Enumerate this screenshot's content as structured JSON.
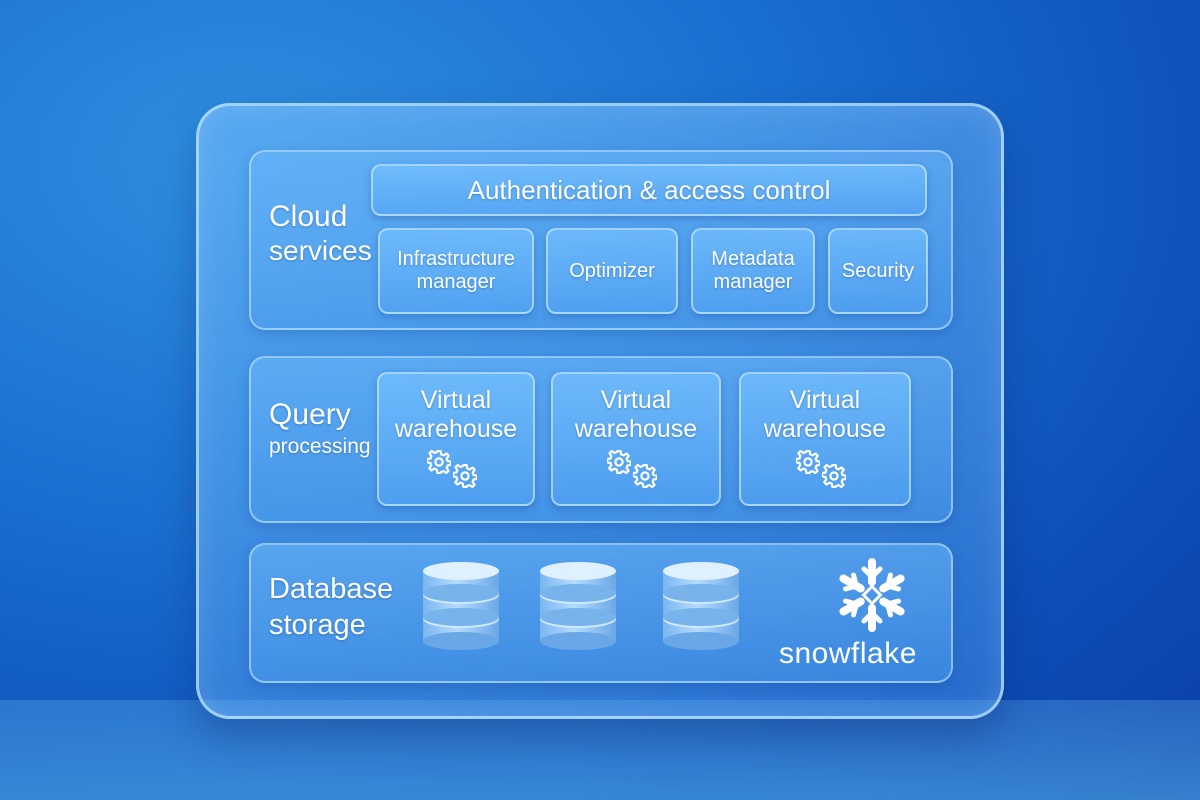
{
  "layers": {
    "cloud": {
      "title_line1": "Cloud",
      "title_line2": "services",
      "auth_label": "Authentication & access control",
      "tiles": [
        {
          "line1": "Infrastructure",
          "line2": "manager"
        },
        {
          "line1": "Optimizer",
          "line2": ""
        },
        {
          "line1": "Metadata",
          "line2": "manager"
        },
        {
          "line1": "Security",
          "line2": ""
        }
      ]
    },
    "query": {
      "title_line1": "Query",
      "title_line2": "processing",
      "warehouses": [
        {
          "line1": "Virtual",
          "line2": "warehouse",
          "icon": "gears-icon"
        },
        {
          "line1": "Virtual",
          "line2": "warehouse",
          "icon": "gears-icon"
        },
        {
          "line1": "Virtual",
          "line2": "warehouse",
          "icon": "gears-icon"
        }
      ]
    },
    "storage": {
      "title_line1": "Database",
      "title_line2": "storage",
      "databases": [
        "database-icon",
        "database-icon",
        "database-icon"
      ],
      "brand": "snowflake",
      "logo_icon": "snowflake-logo"
    }
  },
  "colors": {
    "background": "#1a6fd0",
    "panel": "#5aa8f0",
    "text": "#ffffff",
    "drum_top": "#d6ecff",
    "drum_body": "#8cc4f5"
  }
}
